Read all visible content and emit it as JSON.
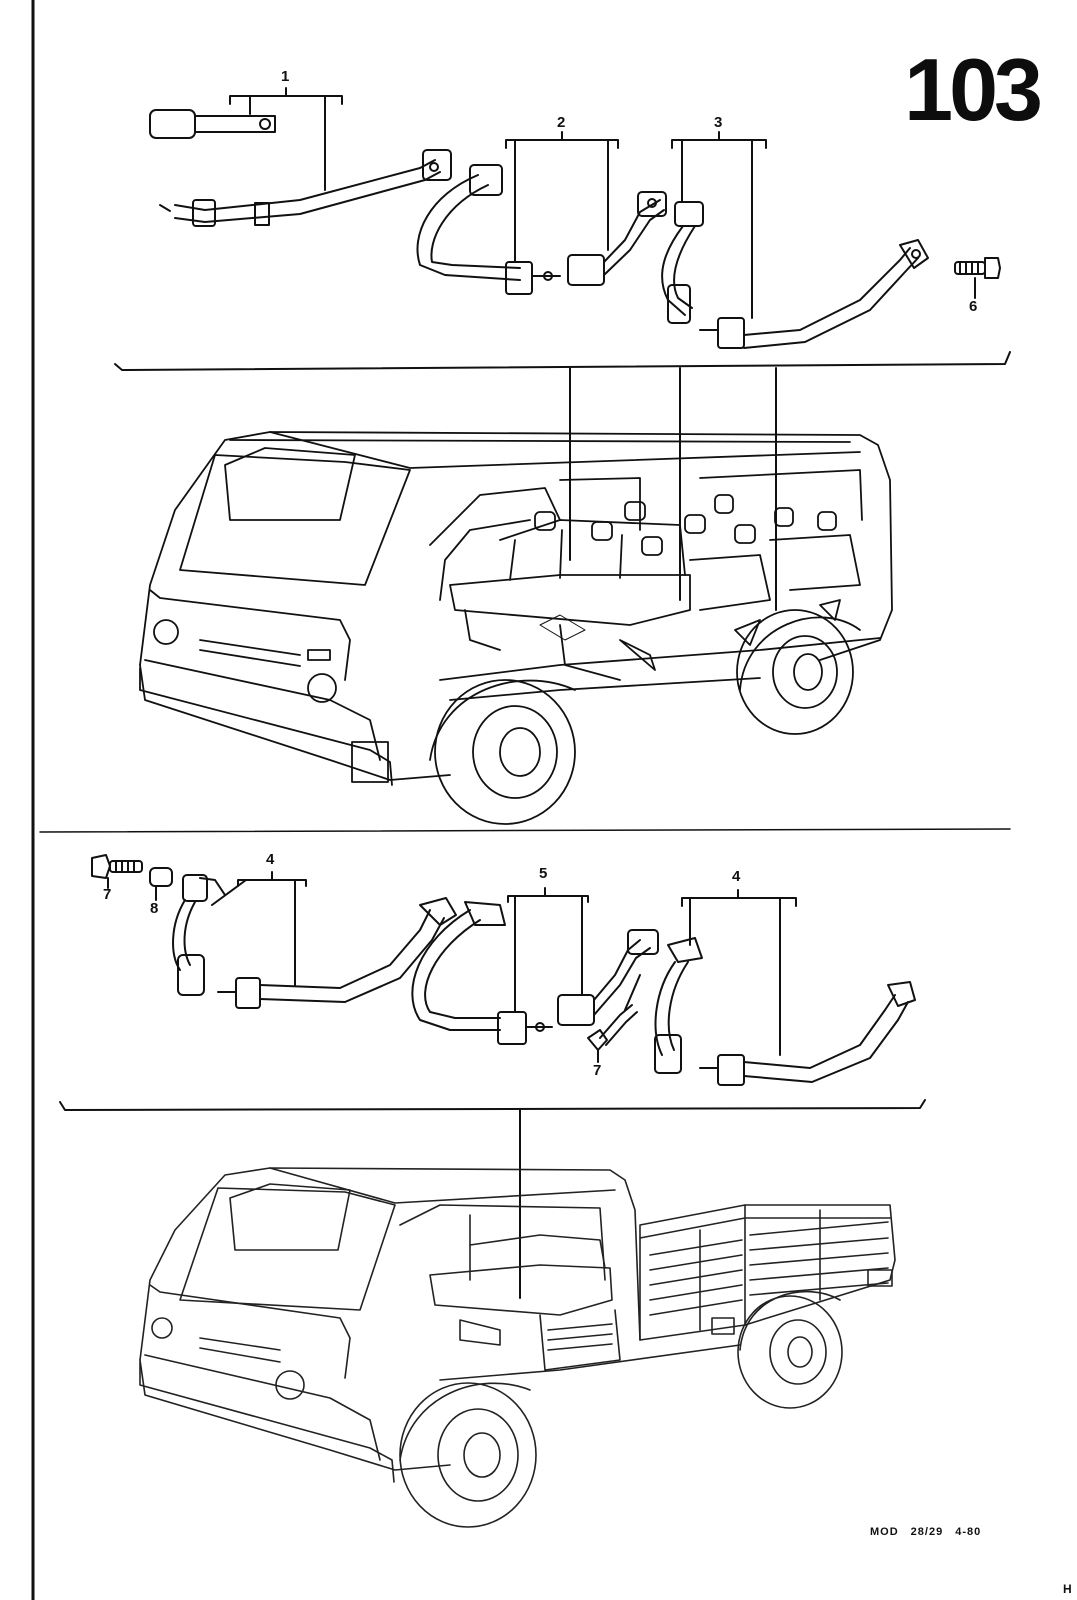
{
  "page": {
    "number": "103"
  },
  "callouts": {
    "top": {
      "c1": "1",
      "c2": "2",
      "c3": "3",
      "c6": "6"
    },
    "bottom": {
      "c4a": "4",
      "c5": "5",
      "c4b": "4",
      "c7a": "7",
      "c8": "8",
      "c7b": "7"
    }
  },
  "footer": {
    "model": "MOD",
    "model_codes": "28/29",
    "date": "4-80"
  },
  "corner_mark": "H",
  "colors": {
    "ink": "#111111",
    "paper": "#ffffff"
  }
}
